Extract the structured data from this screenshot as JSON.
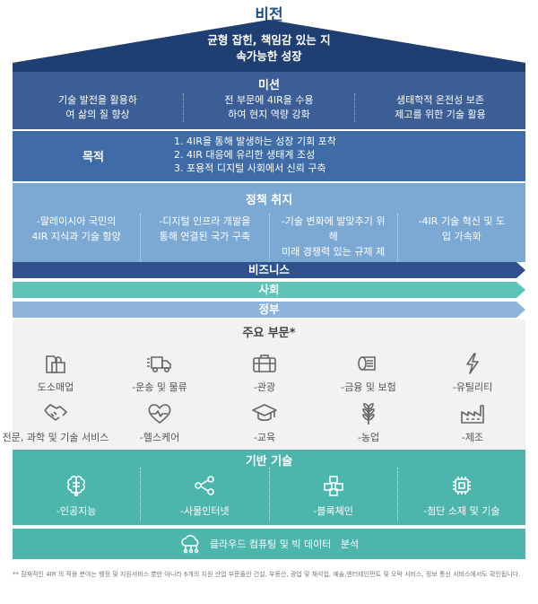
{
  "title": "비전",
  "vision": {
    "line1": "균형 잡힌, 책임감 있는 지",
    "line2": "속가능한 성장"
  },
  "mission": {
    "heading": "미션",
    "items": [
      {
        "l1": "기술 발전을 활용하",
        "l2": "여 삶의 질 향상"
      },
      {
        "l1": "전 부문에 4IR을 수용",
        "l2": "하여 현지 역량 강화"
      },
      {
        "l1": "생태학적 온전성 보존",
        "l2": "제고를 위한 기술 활용"
      }
    ]
  },
  "purpose": {
    "label": "목적",
    "items": [
      "1. 4IR을 통해 발생하는 성장 기회 포착",
      "2. 4IR 대응에 유리한 생태계 조성",
      "3. 포용적 디지털 사회에서 신뢰 구축"
    ]
  },
  "policy": {
    "heading": "정책 취지",
    "items": [
      {
        "l1": "-말레이시아 국민의",
        "l2": "4IR 지식과 기술 함양"
      },
      {
        "l1": "-디지털 인프라 개발을",
        "l2": "통해 연결된 국가 구축"
      },
      {
        "l1": "-기술 변화에 발맞추기 위해",
        "l2": "미래 경쟁력 있는 규제 제정"
      },
      {
        "l1": "-4IR 기술 혁신 및 도",
        "l2": "입 가속화"
      }
    ]
  },
  "arrows": [
    "비즈니스",
    "사회",
    "정부"
  ],
  "arrow_colors": [
    "#2f528f",
    "#5ec5b6",
    "#8fb4dc"
  ],
  "sectors": {
    "heading": "주요 부문*",
    "row1": [
      {
        "icon": "shopping-bag-icon",
        "label": "도소매업"
      },
      {
        "icon": "truck-icon",
        "label": "-운송 및 물류"
      },
      {
        "icon": "briefcase-icon",
        "label": "-관광"
      },
      {
        "icon": "coins-icon",
        "label": "-금융 및 보험"
      },
      {
        "icon": "lightning-icon",
        "label": "-유틸리티"
      }
    ],
    "row2": [
      {
        "icon": "handshake-icon",
        "label": "전문, 과학 및 기술 서비스"
      },
      {
        "icon": "heart-pulse-icon",
        "label": "-헬스케어"
      },
      {
        "icon": "graduation-cap-icon",
        "label": "-교육"
      },
      {
        "icon": "wheat-icon",
        "label": "-농업"
      },
      {
        "icon": "factory-icon",
        "label": "-제조"
      }
    ]
  },
  "tech": {
    "heading": "기반 기술",
    "items": [
      {
        "icon": "brain-circuit-icon",
        "label": "-인공지능"
      },
      {
        "icon": "share-nodes-icon",
        "label": "-사물인터넷"
      },
      {
        "icon": "cubes-icon",
        "label": "-블록체인"
      },
      {
        "icon": "chip-icon",
        "label": "-첨단 소재 및 기술"
      }
    ]
  },
  "cloud": {
    "icon": "cloud-network-icon",
    "label": "클라우드 컴퓨팅 및 빅 데이터   분석"
  },
  "footnote": "** 잠재적인 4IR 의 적용 분야는 행정 및 지원서비스 뿐만 아니라 6개의 지원 산업 부문들인 건설, 부동산, 광업 및 채석업, 예술,엔터테인먼트 및 오락 서비스, 정보 통신 서비스에서도 확인됩니다.",
  "colors": {
    "title": "#1f4e8c",
    "roof": "#1f3f73",
    "mission": "#3b5e96",
    "purpose": "#3f6ba6",
    "policy": "#7ca9d4",
    "sectors_bg": "#f2f2f2",
    "tech": "#4db6ac"
  }
}
